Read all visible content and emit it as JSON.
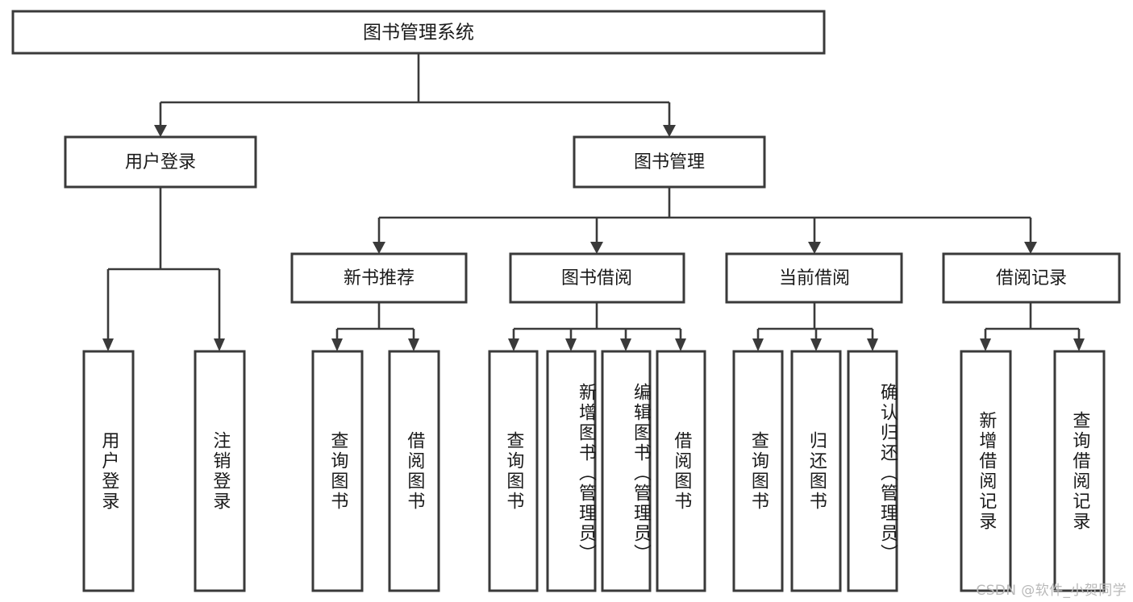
{
  "diagram": {
    "type": "tree-hierarchy",
    "title": "图书管理系统",
    "root": {
      "id": "root",
      "label": "图书管理系统",
      "orientation": "horizontal"
    },
    "level2": [
      {
        "id": "user-login",
        "label": "用户登录",
        "orientation": "horizontal"
      },
      {
        "id": "book-manage",
        "label": "图书管理",
        "orientation": "horizontal"
      }
    ],
    "level3": [
      {
        "id": "new-book-recommend",
        "label": "新书推荐",
        "orientation": "horizontal",
        "parent": "book-manage"
      },
      {
        "id": "book-borrow",
        "label": "图书借阅",
        "orientation": "horizontal",
        "parent": "book-manage"
      },
      {
        "id": "current-borrow",
        "label": "当前借阅",
        "orientation": "horizontal",
        "parent": "book-manage"
      },
      {
        "id": "borrow-record",
        "label": "借阅记录",
        "orientation": "horizontal",
        "parent": "book-manage"
      }
    ],
    "leaves": [
      {
        "id": "leaf-user-login",
        "label": "用户登录",
        "orientation": "vertical",
        "parent": "user-login"
      },
      {
        "id": "leaf-user-logout",
        "label": "注销登录",
        "orientation": "vertical",
        "parent": "user-login"
      },
      {
        "id": "leaf-query-book-1",
        "label": "查询图书",
        "orientation": "vertical",
        "parent": "new-book-recommend"
      },
      {
        "id": "leaf-borrow-book-1",
        "label": "借阅图书",
        "orientation": "vertical",
        "parent": "new-book-recommend"
      },
      {
        "id": "leaf-query-book-2",
        "label": "查询图书",
        "orientation": "vertical",
        "parent": "book-borrow"
      },
      {
        "id": "leaf-add-book",
        "label": "新增图书（管理员）",
        "orientation": "vertical",
        "parent": "book-borrow"
      },
      {
        "id": "leaf-edit-book",
        "label": "编辑图书（管理员）",
        "orientation": "vertical",
        "parent": "book-borrow"
      },
      {
        "id": "leaf-borrow-book-2",
        "label": "借阅图书",
        "orientation": "vertical",
        "parent": "book-borrow"
      },
      {
        "id": "leaf-query-book-3",
        "label": "查询图书",
        "orientation": "vertical",
        "parent": "current-borrow"
      },
      {
        "id": "leaf-return-book",
        "label": "归还图书",
        "orientation": "vertical",
        "parent": "current-borrow"
      },
      {
        "id": "leaf-confirm-return",
        "label": "确认归还（管理员）",
        "orientation": "vertical",
        "parent": "current-borrow"
      },
      {
        "id": "leaf-add-record",
        "label": "新增借阅记录",
        "orientation": "vertical",
        "parent": "borrow-record"
      },
      {
        "id": "leaf-query-record",
        "label": "查询借阅记录",
        "orientation": "vertical",
        "parent": "borrow-record"
      }
    ],
    "watermark": "CSDN @软件_小贺同学",
    "colors": {
      "stroke": "#3a3a3a",
      "box_fill": "#ffffff",
      "text": "#1a1a1a",
      "background": "#ffffff",
      "watermark": "#b9b9b9"
    }
  }
}
